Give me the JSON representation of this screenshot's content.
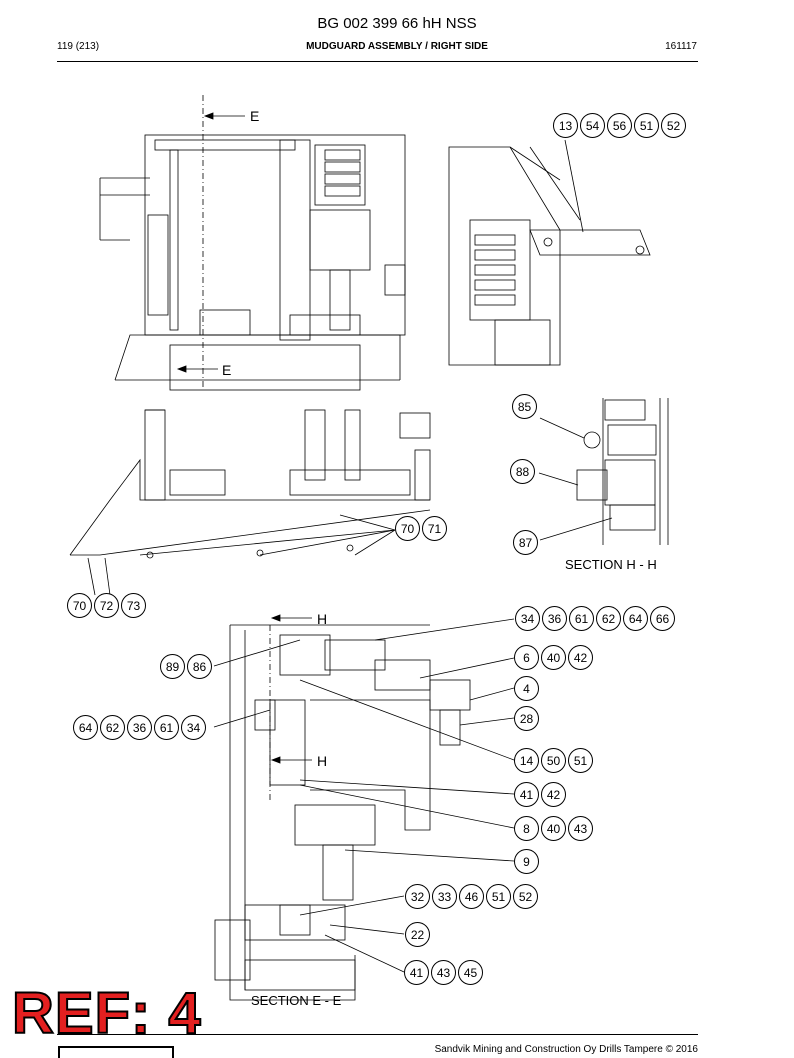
{
  "header": {
    "title": "BG 002 399 66 hH NSS",
    "page": "119 (213)",
    "section": "MUDGUARD ASSEMBLY / RIGHT SIDE",
    "date": "161117"
  },
  "footer": {
    "copyright": "Sandvik Mining and Construction Oy Drills Tampere © 2016"
  },
  "stamp": {
    "text": "REF: 4",
    "color": "#e32020"
  },
  "labels": {
    "e_top": "E",
    "e_bottom": "E",
    "h_top": "H",
    "h_bottom": "H",
    "section_hh": "SECTION H - H",
    "section_ee": "SECTION E - E"
  },
  "callouts": [
    {
      "id": "c1",
      "items": [
        "13",
        "54",
        "56",
        "51",
        "52"
      ]
    },
    {
      "id": "c2",
      "items": [
        "85"
      ]
    },
    {
      "id": "c3",
      "items": [
        "88"
      ]
    },
    {
      "id": "c4",
      "items": [
        "87"
      ]
    },
    {
      "id": "c5",
      "items": [
        "70",
        "71"
      ]
    },
    {
      "id": "c6",
      "items": [
        "70",
        "72",
        "73"
      ]
    },
    {
      "id": "c7",
      "items": [
        "34",
        "36",
        "61",
        "62",
        "64",
        "66"
      ]
    },
    {
      "id": "c8",
      "items": [
        "89",
        "86"
      ]
    },
    {
      "id": "c9",
      "items": [
        "6",
        "40",
        "42"
      ]
    },
    {
      "id": "c10",
      "items": [
        "4"
      ]
    },
    {
      "id": "c11",
      "items": [
        "64",
        "62",
        "36",
        "61",
        "34"
      ]
    },
    {
      "id": "c12",
      "items": [
        "28"
      ]
    },
    {
      "id": "c13",
      "items": [
        "14",
        "50",
        "51"
      ]
    },
    {
      "id": "c14",
      "items": [
        "41",
        "42"
      ]
    },
    {
      "id": "c15",
      "items": [
        "8",
        "40",
        "43"
      ]
    },
    {
      "id": "c16",
      "items": [
        "9"
      ]
    },
    {
      "id": "c17",
      "items": [
        "32",
        "33",
        "46",
        "51",
        "52"
      ]
    },
    {
      "id": "c18",
      "items": [
        "22"
      ]
    },
    {
      "id": "c19",
      "items": [
        "41",
        "43",
        "45"
      ]
    }
  ]
}
